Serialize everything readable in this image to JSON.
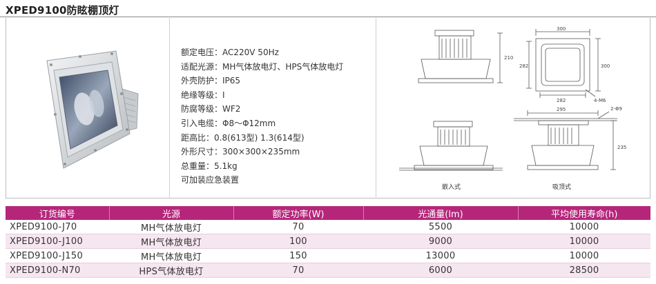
{
  "title": "XPED9100防眩棚顶灯",
  "specs": [
    "额定电压：AC220V 50Hz",
    "适配光源：MH气体放电灯、HPS气体放电灯",
    "外壳防护：IP65",
    "绝缘等级：I",
    "防腐等级：WF2",
    "引入电缆：Φ8～Φ12mm",
    "距高比：0.8(613型) 1.3(614型)",
    "外形尺寸：300×300×235mm",
    "总重量：5.1kg",
    "可加装应急装置"
  ],
  "drawings": {
    "dim_210": "210",
    "dim_300_top": "300",
    "dim_282_left": "282",
    "dim_300_right": "300",
    "dim_282_bottom": "282",
    "hole_label": "4-M6",
    "dim_295": "295",
    "hole2_label": "2-Φ9",
    "dim_235": "235",
    "caption_embedded": "嵌入式",
    "caption_ceiling": "吸顶式"
  },
  "table": {
    "headers": [
      "订货编号",
      "光源",
      "额定功率(W)",
      "光通量(lm)",
      "平均使用寿命(h)"
    ],
    "rows": [
      [
        "XPED9100-J70",
        "MH气体放电灯",
        "70",
        "5500",
        "10000"
      ],
      [
        "XPED9100-J100",
        "MH气体放电灯",
        "100",
        "9000",
        "10000"
      ],
      [
        "XPED9100-J150",
        "MH气体放电灯",
        "150",
        "13000",
        "10000"
      ],
      [
        "XPED9100-N70",
        "HPS气体放电灯",
        "70",
        "6000",
        "28500"
      ]
    ]
  }
}
